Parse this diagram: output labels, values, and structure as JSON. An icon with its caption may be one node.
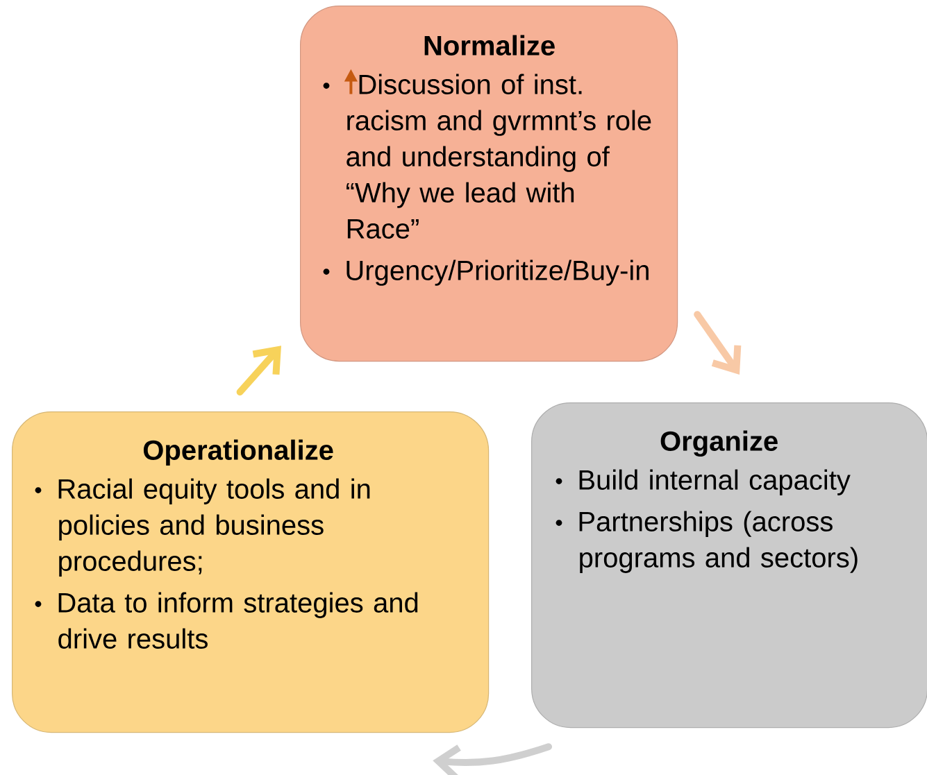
{
  "diagram": {
    "nodes": [
      {
        "text": [
          "Normalize",
          "Discussion of inst. racism and gvrmnt’s role and understanding of “Why we lead with Race”",
          "Urgency/Prioritize/Buy-in"
        ]
      },
      {
        "text": [
          "Operationalize",
          "Racial equity tools and in policies and business procedures;",
          "Data to inform strategies and drive results"
        ]
      },
      {
        "text": [
          "Organize",
          "Build internal capacity",
          "Partnerships (across programs and sectors)"
        ]
      }
    ],
    "edges": [
      {
        "from": 0,
        "to": 2,
        "arrow": "to",
        "color": "#f8c9a6"
      },
      {
        "from": 2,
        "to": 1,
        "arrow": "to",
        "color": "#cfcfcf"
      },
      {
        "from": 1,
        "to": 0,
        "arrow": "to",
        "color": "#f7d25a"
      }
    ]
  }
}
